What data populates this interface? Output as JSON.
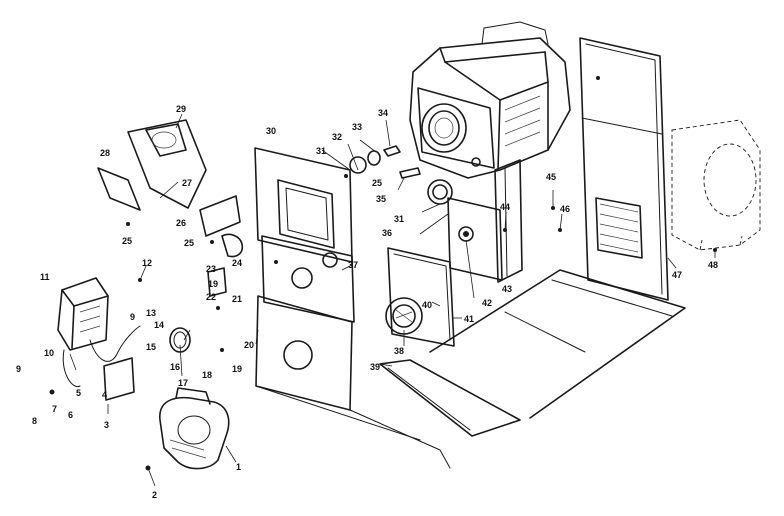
{
  "callouts": [
    {
      "id": "c1",
      "text": "1"
    },
    {
      "id": "c2",
      "text": "2"
    },
    {
      "id": "c3",
      "text": "3"
    },
    {
      "id": "c4",
      "text": "4"
    },
    {
      "id": "c5",
      "text": "5"
    },
    {
      "id": "c6",
      "text": "6"
    },
    {
      "id": "c7",
      "text": "7"
    },
    {
      "id": "c8",
      "text": "8"
    },
    {
      "id": "c9a",
      "text": "9"
    },
    {
      "id": "c9b",
      "text": "9"
    },
    {
      "id": "c10",
      "text": "10"
    },
    {
      "id": "c11",
      "text": "11"
    },
    {
      "id": "c12",
      "text": "12"
    },
    {
      "id": "c13",
      "text": "13"
    },
    {
      "id": "c14",
      "text": "14"
    },
    {
      "id": "c15",
      "text": "15"
    },
    {
      "id": "c16",
      "text": "16"
    },
    {
      "id": "c17",
      "text": "17"
    },
    {
      "id": "c18",
      "text": "18"
    },
    {
      "id": "c19a",
      "text": "19"
    },
    {
      "id": "c19b",
      "text": "19"
    },
    {
      "id": "c20",
      "text": "20"
    },
    {
      "id": "c21",
      "text": "21"
    },
    {
      "id": "c22",
      "text": "22"
    },
    {
      "id": "c23",
      "text": "23"
    },
    {
      "id": "c24",
      "text": "24"
    },
    {
      "id": "c25a",
      "text": "25"
    },
    {
      "id": "c25b",
      "text": "25"
    },
    {
      "id": "c25c",
      "text": "25"
    },
    {
      "id": "c26",
      "text": "26"
    },
    {
      "id": "c27",
      "text": "27"
    },
    {
      "id": "c28",
      "text": "28"
    },
    {
      "id": "c29",
      "text": "29"
    },
    {
      "id": "c30",
      "text": "30"
    },
    {
      "id": "c31a",
      "text": "31"
    },
    {
      "id": "c31b",
      "text": "31"
    },
    {
      "id": "c32",
      "text": "32"
    },
    {
      "id": "c33",
      "text": "33"
    },
    {
      "id": "c34",
      "text": "34"
    },
    {
      "id": "c35",
      "text": "35"
    },
    {
      "id": "c36",
      "text": "36"
    },
    {
      "id": "c37",
      "text": "37"
    },
    {
      "id": "c38",
      "text": "38"
    },
    {
      "id": "c39",
      "text": "39"
    },
    {
      "id": "c40",
      "text": "40"
    },
    {
      "id": "c41",
      "text": "41"
    },
    {
      "id": "c42",
      "text": "42"
    },
    {
      "id": "c43",
      "text": "43"
    },
    {
      "id": "c44",
      "text": "44"
    },
    {
      "id": "c45",
      "text": "45"
    },
    {
      "id": "c46",
      "text": "46"
    },
    {
      "id": "c47",
      "text": "47"
    },
    {
      "id": "c48",
      "text": "48"
    }
  ]
}
